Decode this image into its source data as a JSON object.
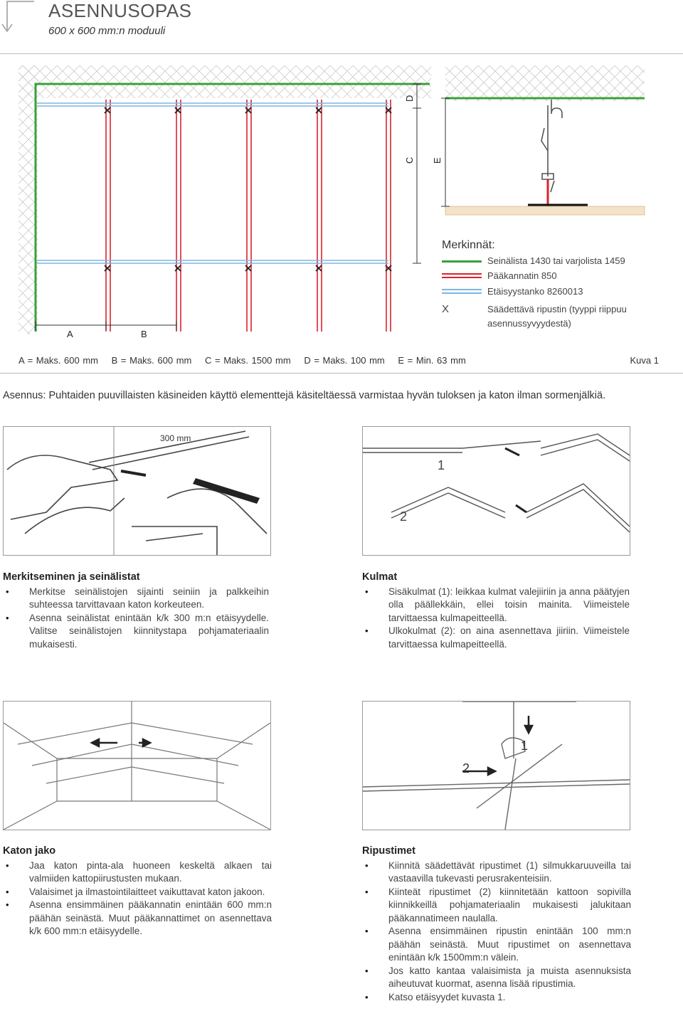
{
  "header": {
    "title": "ASENNUSOPAS",
    "subtitle": "600 x 600 mm:n moduuli"
  },
  "diagram1": {
    "labels": {
      "A": "A",
      "B": "B",
      "C": "C",
      "D": "D",
      "E": "E"
    },
    "legend": {
      "heading": "Merkinnät:",
      "items": [
        {
          "label": "Seinälista 1430 tai varjolista 1459",
          "color": "#3aa03a"
        },
        {
          "label": "Pääkannatin 850",
          "color": "#d9232e"
        },
        {
          "label": "Etäisyystanko 8260013",
          "color": "#7fb6e0"
        }
      ],
      "hanger_symbol": "X",
      "hanger_label_1": "Säädettävä ripustin (tyyppi riippuu",
      "hanger_label_2": "asennussyvyydestä)"
    },
    "dimensions": [
      "A = Maks. 600 mm",
      "B = Maks. 600 mm",
      "C = Maks. 1500 mm",
      "D = Maks. 100 mm",
      "E = Min. 63 mm"
    ],
    "figure_label": "Kuva 1"
  },
  "intro": "Asennus: Puhtaiden puuvillaisten käsineiden käyttö elementtejä käsiteltäessä varmistaa hyvän tuloksen ja katon ilman sormenjälkiä.",
  "photo_labels": {
    "measure": "300 mm",
    "corner_1": "1",
    "corner_2": "2",
    "hanger_1": "1",
    "hanger_2": "2"
  },
  "sections": {
    "merkitseminen": {
      "heading": "Merkitseminen ja seinälistat",
      "items": [
        "Merkitse seinälistojen sijainti seiniin ja palkkeihin suhteessa tarvittavaan katon korkeuteen.",
        "Asenna seinälistat enintään k/k 300 m:n etäisyydelle. Valitse seinälistojen kiinnitystapa pohjamateriaalin mukaisesti."
      ]
    },
    "kulmat": {
      "heading": "Kulmat",
      "items": [
        "Sisäkulmat (1): leikkaa kulmat valejiiriin ja anna päätyjen olla päällekkäin, ellei toisin mainita. Viimeistele tarvittaessa kulmapeitteellä.",
        "Ulkokulmat (2): on aina asennettava jiiriin. Viimeistele tarvittaessa kulmapeitteellä."
      ]
    },
    "katon_jako": {
      "heading": "Katon jako",
      "items": [
        "Jaa katon pinta-ala huoneen keskeltä alkaen tai valmiiden kattopiirustusten mukaan.",
        "Valaisimet ja ilmastointilaitteet vaikuttavat katon jakoon.",
        "Asenna ensimmäinen pääkannatin enintään 600 mm:n päähän seinästä. Muut pääkannattimet on asennettava k/k 600 mm:n etäisyydelle."
      ]
    },
    "ripustimet": {
      "heading": "Ripustimet",
      "items": [
        "Kiinnitä säädettävät ripustimet (1) silmukkaruuveilla tai vastaavilla tukevasti perusrakenteisiin.",
        "Kiinteät ripustimet (2) kiinnitetään kattoon sopivilla kiinnikkeillä pohjamateriaalin mukaisesti jalukitaan pääkannatimeen naulalla.",
        "Asenna ensimmäinen ripustin enintään 100 mm:n päähän seinästä. Muut ripustimet on asennettava enintään k/k 1500mm:n välein.",
        "Jos katto kantaa valaisimista ja muista asennuksista aiheutuvat kuormat, asenna lisää ripustimia.",
        "Katso etäisyydet kuvasta 1."
      ]
    }
  }
}
